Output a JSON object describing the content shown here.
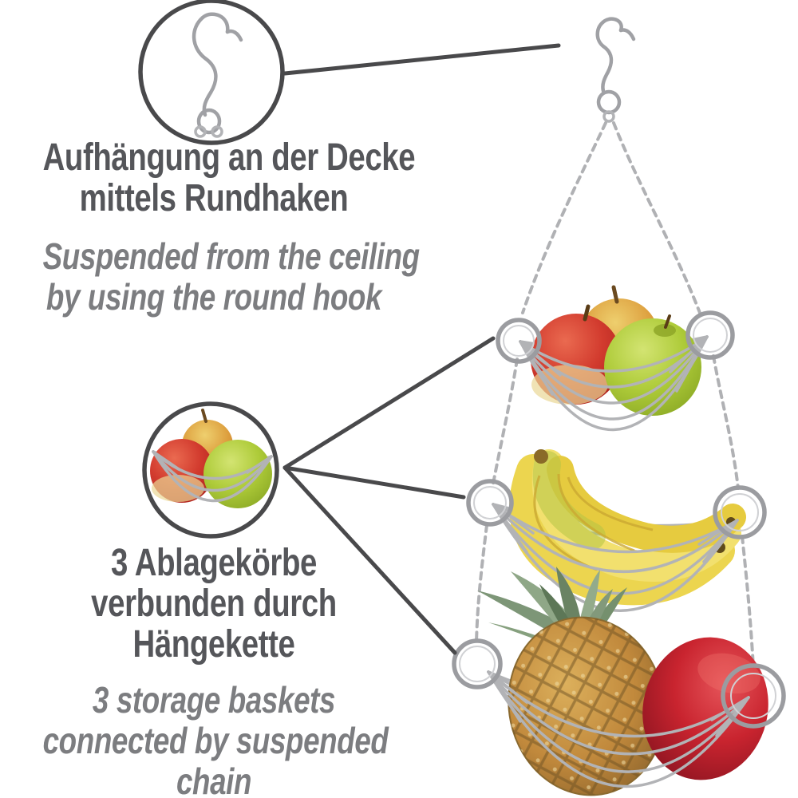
{
  "page": {
    "background": "#ffffff"
  },
  "palette": {
    "heading_text": "#55565a",
    "subtext_italic": "#7c7d80",
    "annotation": "#49494b",
    "wire_metal": "#b2b3b6",
    "apple_red": "#d23b2e",
    "apple_green": "#aecb39",
    "banana_yellow": "#ecd54f",
    "pineapple_gold": "#c1893c",
    "mango_red": "#c9242f"
  },
  "callouts": {
    "hook": {
      "de": [
        "Aufhängung an der Decke",
        "mittels Rundhaken"
      ],
      "en": [
        "Suspended from the ceiling",
        "by using the round hook"
      ]
    },
    "baskets": {
      "de": [
        "3 Ablagekörbe",
        "verbunden durch",
        "Hängekette"
      ],
      "en": [
        "3 storage baskets",
        "connected by suspended",
        "chain"
      ]
    }
  },
  "product": {
    "type": "3-tier hanging wire fruit basket on chains with ceiling hook",
    "tiers": [
      {
        "position": "top",
        "fruit": "apples"
      },
      {
        "position": "middle",
        "fruit": "bananas"
      },
      {
        "position": "bottom",
        "fruit": "pineapple and mango"
      }
    ]
  }
}
